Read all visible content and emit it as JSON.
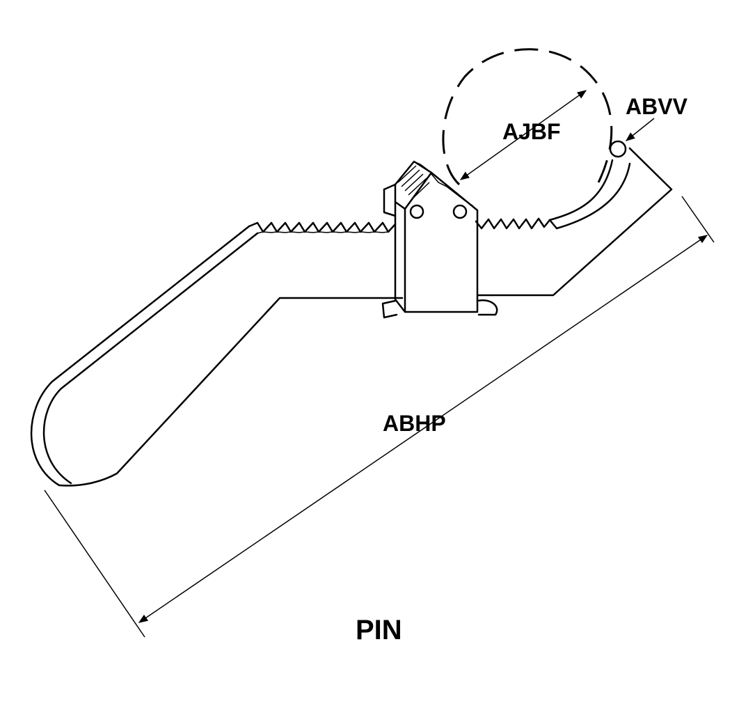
{
  "diagram": {
    "title": "PIN",
    "labels": {
      "overall_length": "ABHP",
      "loop_diameter": "AJBF",
      "wire_diameter": "ABVV"
    }
  },
  "colors": {
    "line": "#000000",
    "background": "#ffffff"
  }
}
